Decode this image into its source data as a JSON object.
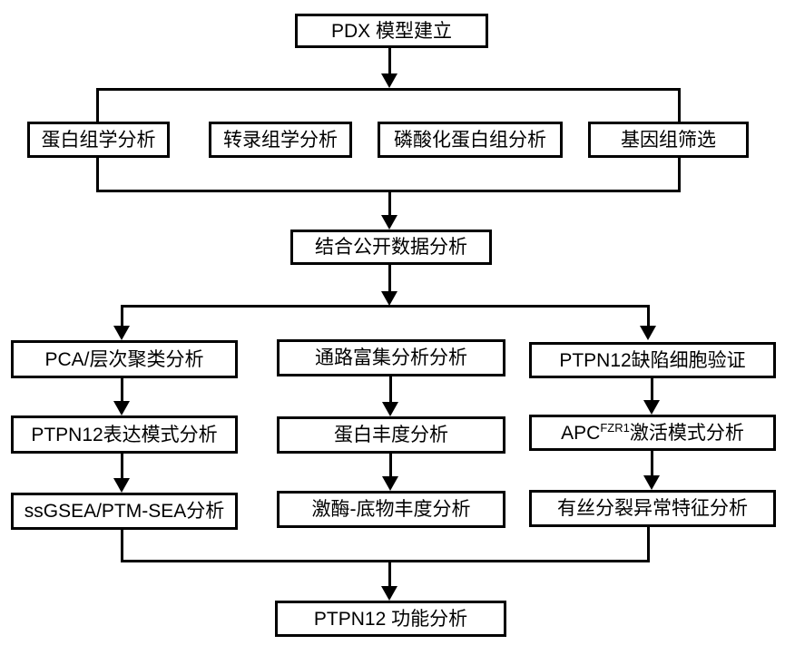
{
  "nodes": {
    "pdx": {
      "label": "PDX 模型建立"
    },
    "proteomics": {
      "label": "蛋白组学分析"
    },
    "transcriptomics": {
      "label": "转录组学分析"
    },
    "phosphoproteomics": {
      "label": "磷酸化蛋白组分析"
    },
    "genome_screening": {
      "label": "基因组筛选"
    },
    "public_data": {
      "label": "结合公开数据分析"
    },
    "pca_clustering": {
      "label": "PCA/层次聚类分析"
    },
    "ptpn12_expression": {
      "label": "PTPN12表达模式分析"
    },
    "ssgsea_ptmsea": {
      "label": "ssGSEA/PTM-SEA分析"
    },
    "pathway_enrichment": {
      "label": "通路富集分析分析"
    },
    "protein_abundance": {
      "label": "蛋白丰度分析"
    },
    "kinase_substrate": {
      "label": "激酶-底物丰度分析"
    },
    "ptpn12_deficient": {
      "label": "PTPN12缺陷细胞验证"
    },
    "apc_activation": {
      "label_pre": "APC",
      "label_sup": "FZR1",
      "label_post": "激活模式分析"
    },
    "mitotic_features": {
      "label": "有丝分裂异常特征分析"
    },
    "ptpn12_function": {
      "label": "PTPN12 功能分析"
    }
  },
  "edges": [
    {
      "from": "pdx",
      "to": "omics-group"
    },
    {
      "from": "omics-group",
      "to": "public_data"
    },
    {
      "from": "public_data",
      "to": "branch-line"
    },
    {
      "from": "branch-line",
      "to": "pca_clustering"
    },
    {
      "from": "branch-line",
      "to": "ptpn12_deficient"
    },
    {
      "from": "pca_clustering",
      "to": "ptpn12_expression"
    },
    {
      "from": "ptpn12_expression",
      "to": "ssgsea_ptmsea"
    },
    {
      "from": "pathway_enrichment",
      "to": "protein_abundance"
    },
    {
      "from": "protein_abundance",
      "to": "kinase_substrate"
    },
    {
      "from": "ptpn12_deficient",
      "to": "apc_activation"
    },
    {
      "from": "apc_activation",
      "to": "mitotic_features"
    },
    {
      "from": "merge-line",
      "to": "ptpn12_function"
    }
  ],
  "colors": {
    "line": "#000000",
    "box_border": "#000000",
    "background": "#ffffff",
    "text": "#000000"
  }
}
